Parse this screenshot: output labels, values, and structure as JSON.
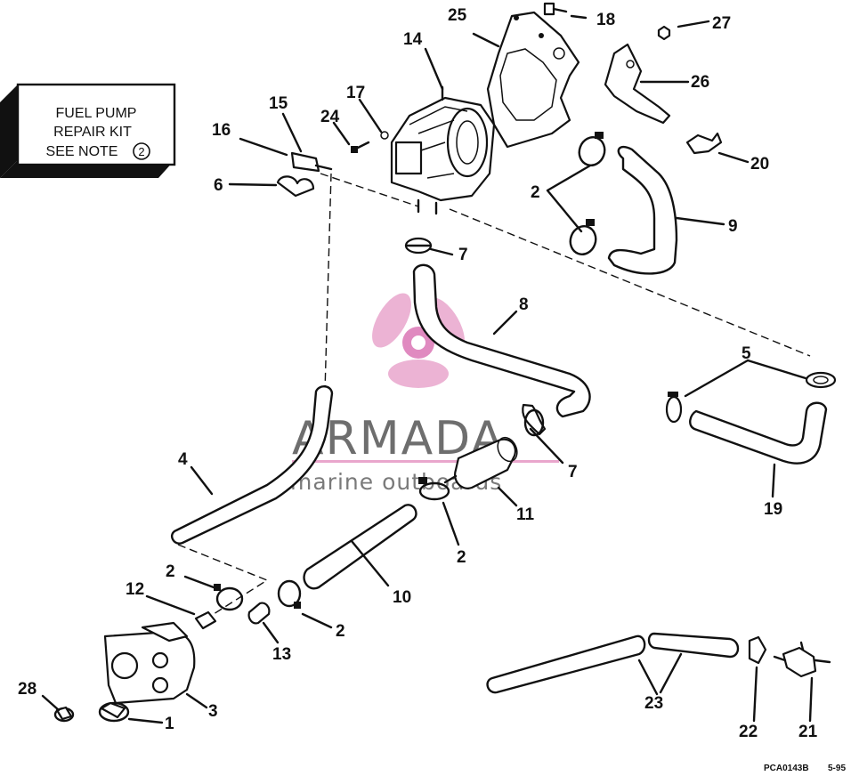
{
  "repair_kit_box": {
    "line1": "FUEL PUMP",
    "line2": "REPAIR KIT",
    "line3": "SEE NOTE",
    "note_number": "2"
  },
  "watermark": {
    "brand": "ARMADA",
    "tagline": "marine outboards",
    "accent_color": "#e9a6cc"
  },
  "callouts": {
    "c1": "1",
    "c2a": "2",
    "c2b": "2",
    "c2c": "2",
    "c2d": "2",
    "c3": "3",
    "c4": "4",
    "c5": "5",
    "c6": "6",
    "c7a": "7",
    "c7b": "7",
    "c8": "8",
    "c9": "9",
    "c10": "10",
    "c11": "11",
    "c12": "12",
    "c13": "13",
    "c14": "14",
    "c15": "15",
    "c16": "16",
    "c17": "17",
    "c18": "18",
    "c19": "19",
    "c20": "20",
    "c21": "21",
    "c22": "22",
    "c23": "23",
    "c24": "24",
    "c25": "25",
    "c26": "26",
    "c27": "27",
    "c28": "28"
  },
  "footer": {
    "drawing_code": "PCA0143B",
    "date": "5-95"
  }
}
